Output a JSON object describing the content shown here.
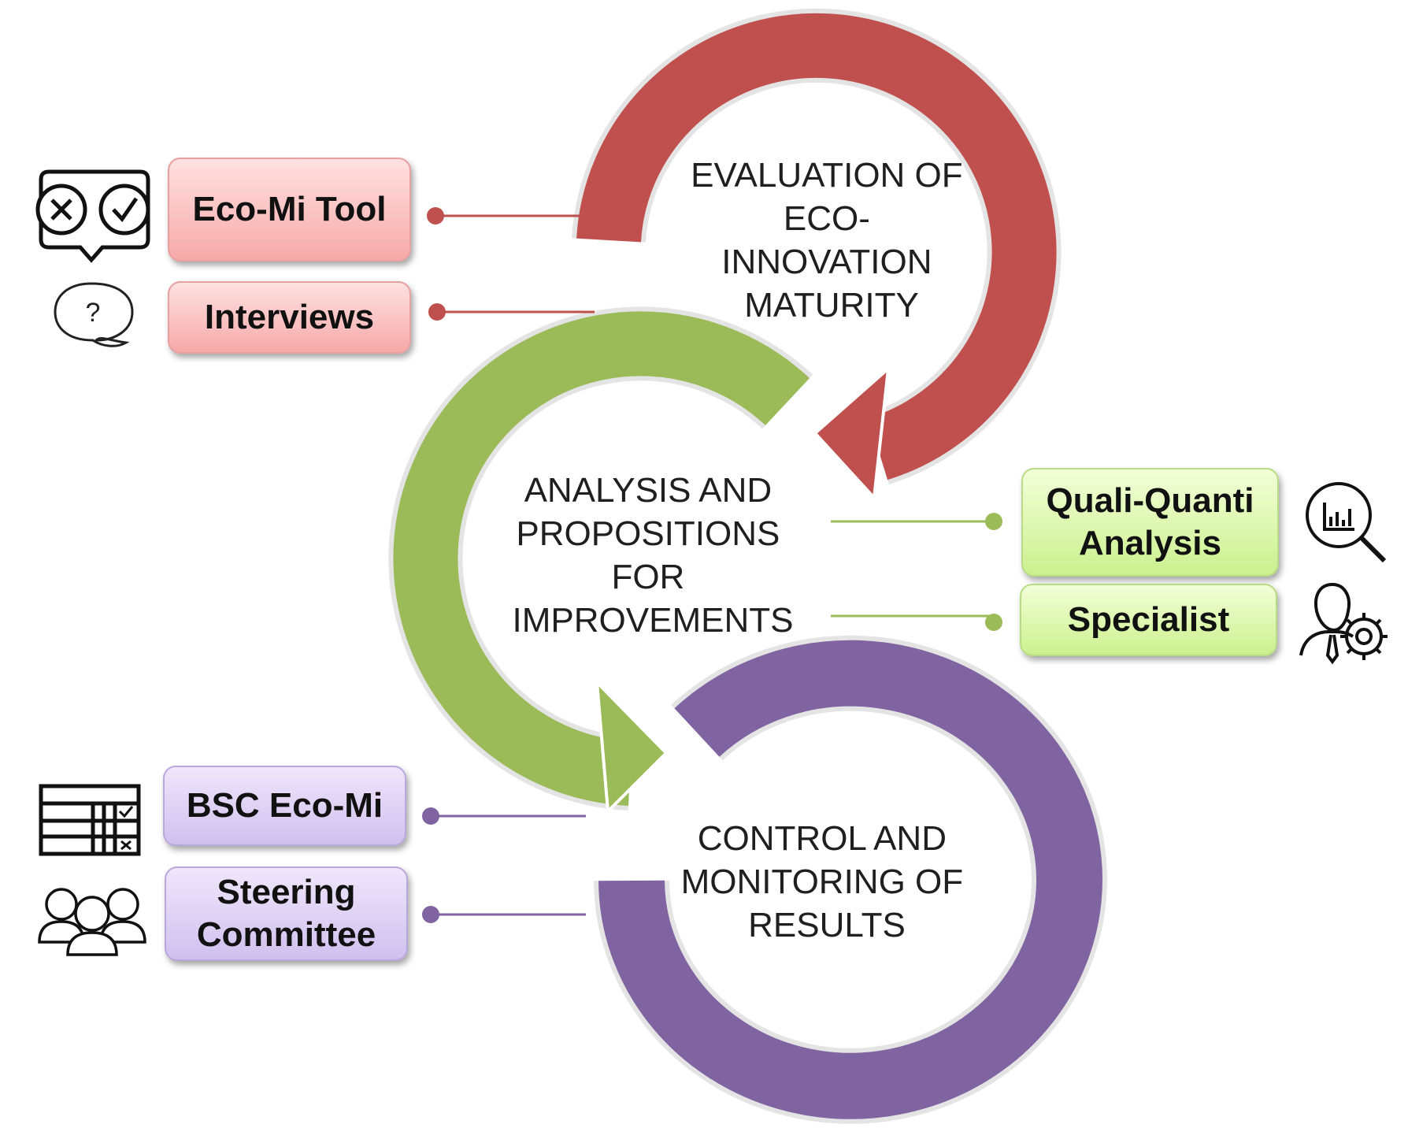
{
  "stages": {
    "evaluation": [
      "EVALUATION OF",
      "ECO-",
      "INNOVATION",
      "MATURITY"
    ],
    "analysis": [
      "ANALYSIS AND",
      "PROPOSITIONS",
      "FOR",
      "IMPROVEMENTS"
    ],
    "control": [
      "CONTROL AND",
      "MONITORING OF",
      "RESULTS"
    ]
  },
  "boxes": {
    "eco_mi_tool": "Eco-Mi Tool",
    "interviews": "Interviews",
    "quali_quanti": "Quali-Quanti\nAnalysis",
    "specialist": "Specialist",
    "bsc_eco_mi": "BSC Eco-Mi",
    "steering_committee": "Steering\nCommittee"
  },
  "colors": {
    "red": "#c0504d",
    "green": "#9bbb59",
    "purple": "#8064a2"
  },
  "icons": {
    "eco_mi_tool": "decision-check-icon",
    "interviews": "question-bubble-icon",
    "quali_quanti": "chart-magnifier-icon",
    "specialist": "specialist-gear-icon",
    "bsc_eco_mi": "scorecard-table-icon",
    "steering_committee": "group-people-icon"
  },
  "question_mark": "?"
}
